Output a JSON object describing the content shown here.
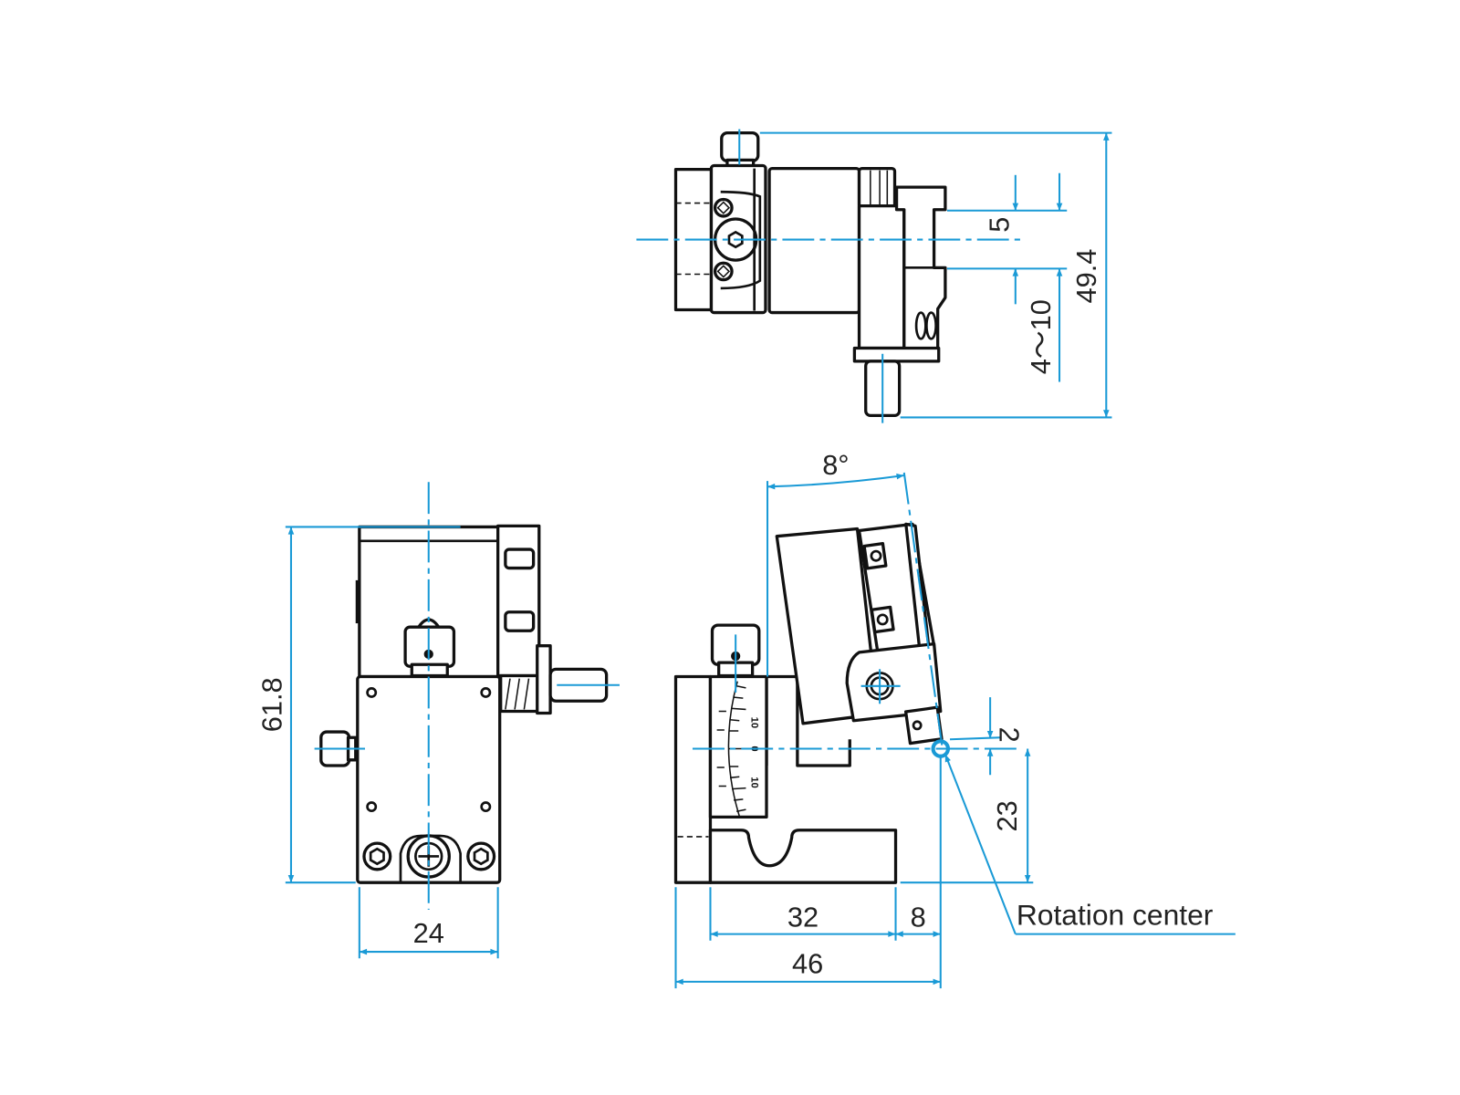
{
  "drawing": {
    "top_view": {
      "dim_height": "49.4",
      "dim_offset": "5",
      "dim_range": "4～10"
    },
    "front_view": {
      "dim_height": "61.8",
      "dim_width": "24"
    },
    "side_view": {
      "dim_angle": "8°",
      "dim_offset": "2",
      "dim_center_height": "23",
      "dim_base": "32",
      "dim_overhang": "8",
      "dim_total": "46",
      "scale_labels": [
        "10",
        "0",
        "10"
      ],
      "rotation_center_label": "Rotation center"
    },
    "colors": {
      "dimension": "#1a9ad6",
      "outline": "#111111"
    }
  }
}
